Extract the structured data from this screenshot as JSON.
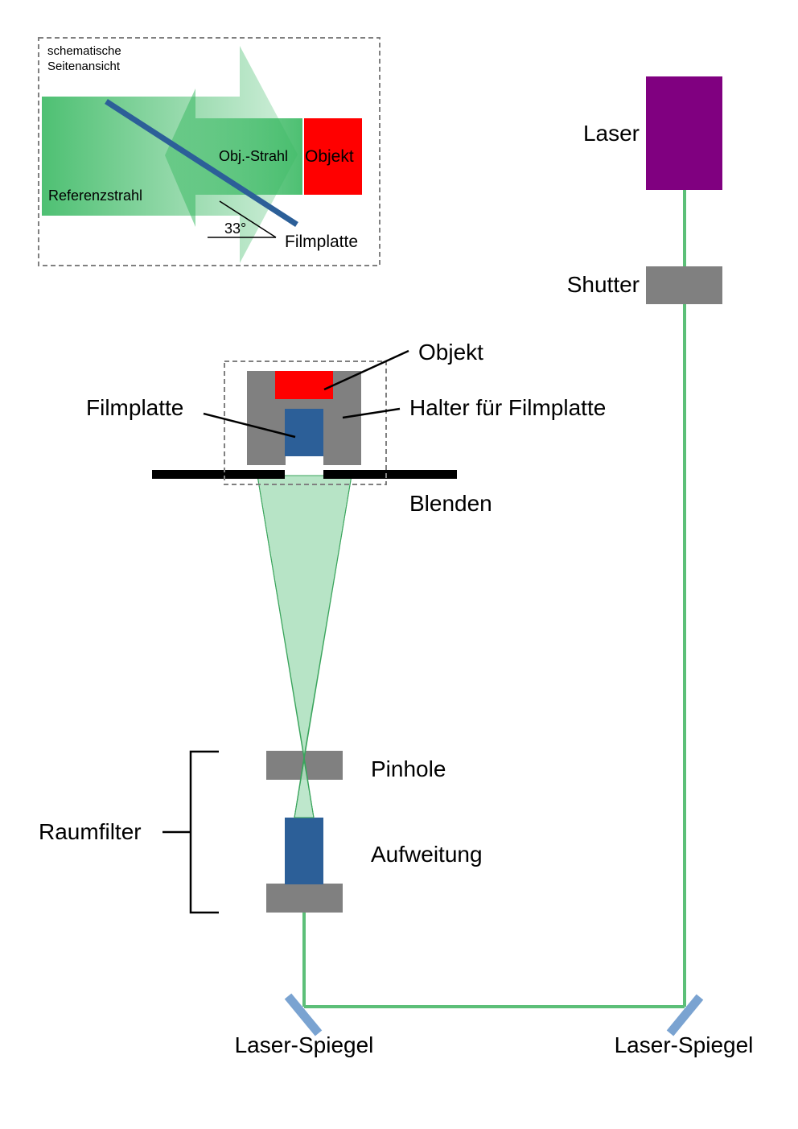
{
  "diagram": {
    "title": "Holographie-Aufbau",
    "colors": {
      "laser": "#800080",
      "beam": "#5cbf78",
      "beam_fill": "#b3e3c3",
      "component_gray": "#808080",
      "lens_blue": "#2c5f98",
      "mirror_blue": "#7aa3d1",
      "object_red": "#ff0000",
      "arrow_green": "#2fb55a",
      "aperture_black": "#000000",
      "dashed_gray": "#808080"
    },
    "inset": {
      "caption_line1": "schematische",
      "caption_line2": "Seitenansicht",
      "reference_beam": "Referenzstrahl",
      "object_beam": "Obj.-Strahl",
      "object": "Objekt",
      "angle": "33°",
      "film_plate": "Filmplatte"
    },
    "labels": {
      "laser": "Laser",
      "shutter": "Shutter",
      "object": "Objekt",
      "film_plate": "Filmplatte",
      "holder": "Halter für Filmplatte",
      "apertures": "Blenden",
      "pinhole": "Pinhole",
      "expander": "Aufweitung",
      "spatial_filter": "Raumfilter",
      "mirror_left": "Laser-Spiegel",
      "mirror_right": "Laser-Spiegel"
    }
  }
}
